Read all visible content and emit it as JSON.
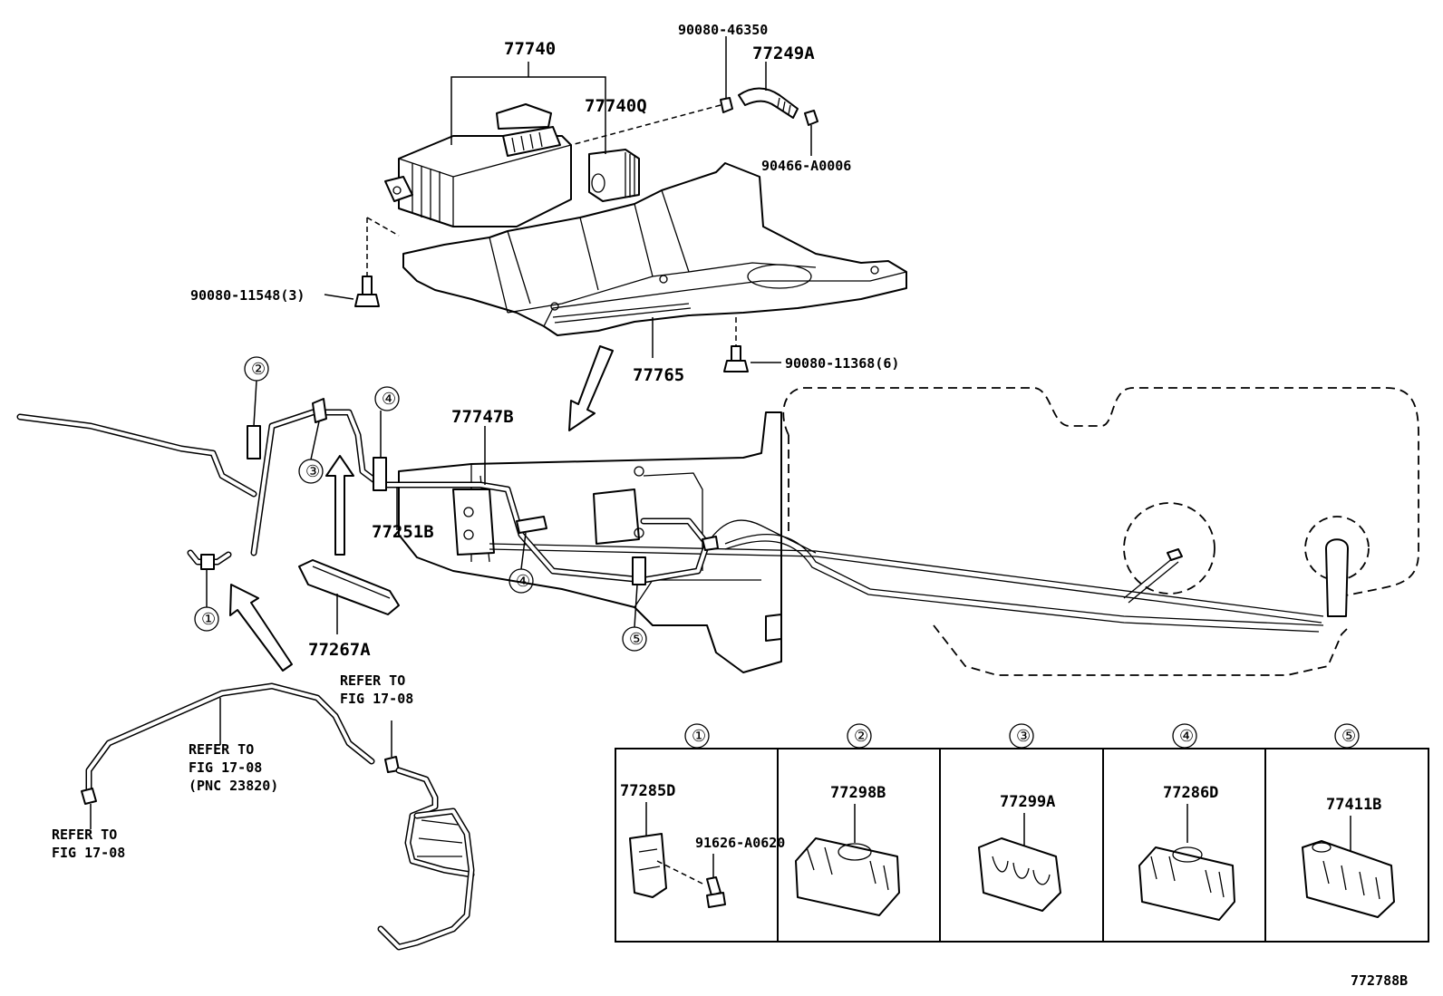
{
  "callouts": {
    "p77740": "77740",
    "p77740q": "77740Q",
    "p90080_46350": "90080-46350",
    "p77249a": "77249A",
    "p90466_a0006": "90466-A0006",
    "p90080_11548": "90080-11548(3)",
    "p77765": "77765",
    "p90080_11368": "90080-11368(6)",
    "p77747b": "77747B",
    "p77251b": "77251B",
    "p77267a": "77267A"
  },
  "refer_notes": {
    "top_right_line1": "REFER TO",
    "top_right_line2": "FIG 17-08",
    "middle_line1": "REFER TO",
    "middle_line2": "FIG 17-08",
    "middle_line3": "(PNC 23820)",
    "bottom_left_line1": "REFER TO",
    "bottom_left_line2": "FIG 17-08"
  },
  "clamp_markers": {
    "m1": "①",
    "m2": "②",
    "m3": "③",
    "m4a": "④",
    "m4b": "④",
    "m5": "⑤"
  },
  "clamp_table": {
    "headers": [
      "①",
      "②",
      "③",
      "④",
      "⑤"
    ],
    "cells": [
      {
        "part": "77285D",
        "sub_part": "91626-A0620"
      },
      {
        "part": "77298B"
      },
      {
        "part": "77299A"
      },
      {
        "part": "77286D"
      },
      {
        "part": "77411B"
      }
    ]
  },
  "figure_code": "772788B"
}
